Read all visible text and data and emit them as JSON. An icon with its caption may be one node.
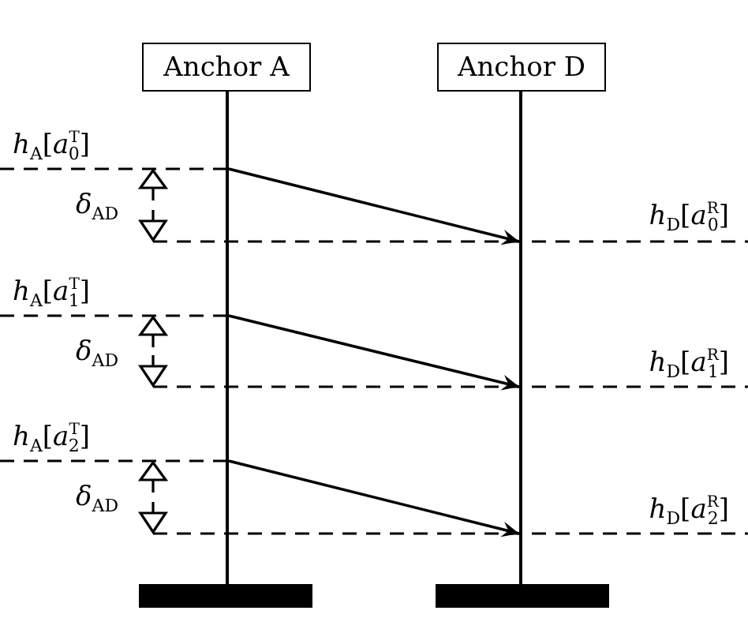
{
  "diagram": {
    "nodes": [
      {
        "text": [
          "Anchor A"
        ]
      },
      {
        "text": [
          "Anchor D"
        ]
      },
      {
        "text": [],
        "shape": "line"
      },
      {
        "text": [],
        "shape": "line"
      },
      {
        "text": [],
        "shape": "bar"
      },
      {
        "text": [],
        "shape": "bar"
      }
    ],
    "edges": [
      {
        "from": 2,
        "to": 3,
        "arrow": "to"
      },
      {
        "from": 2,
        "to": 3,
        "arrow": "to"
      },
      {
        "from": 2,
        "to": 3,
        "arrow": "to"
      }
    ],
    "labels": [
      "*h*$_{A}$[*a*$^{T}$$_{0}$]",
      "*δ*$_{AD}$",
      "*h*$_{D}$[*a*$^{R}$$_{0}$]",
      "*h*$_{A}$[*a*$^{T}$$_{1}$]",
      "*δ*$_{AD}$",
      "*h*$_{D}$[*a*$^{R}$$_{1}$]",
      "*h*$_{A}$[*a*$^{T}$$_{2}$]",
      "*δ*$_{AD}$",
      "*h*$_{D}$[*a*$^{R}$$_{2}$]"
    ]
  }
}
